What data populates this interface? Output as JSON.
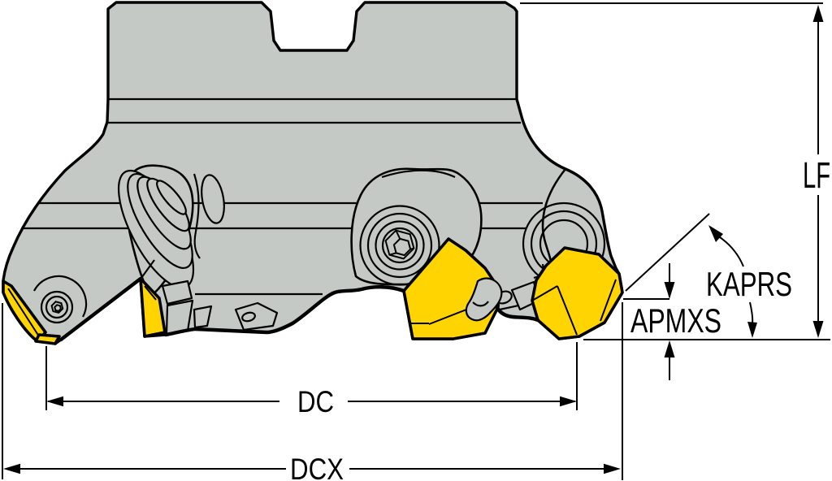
{
  "drawing": {
    "background": "#ffffff",
    "body_color": "#c5c9c5",
    "insert_color": "#ffd400",
    "line_color": "#000000",
    "labels": {
      "lf": "LF",
      "kaprs": "KAPRS",
      "apmxs": "APMXS",
      "dc": "DC",
      "dcx": "DCX"
    }
  }
}
